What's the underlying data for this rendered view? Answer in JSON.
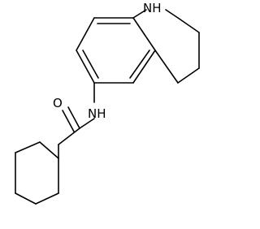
{
  "molecule": {
    "atoms": {
      "nh_ring": "NH",
      "oxygen": "O",
      "nh_amide": "NH"
    }
  },
  "colors": {
    "bond": "#000000",
    "label": "#000000",
    "background": "#ffffff"
  }
}
